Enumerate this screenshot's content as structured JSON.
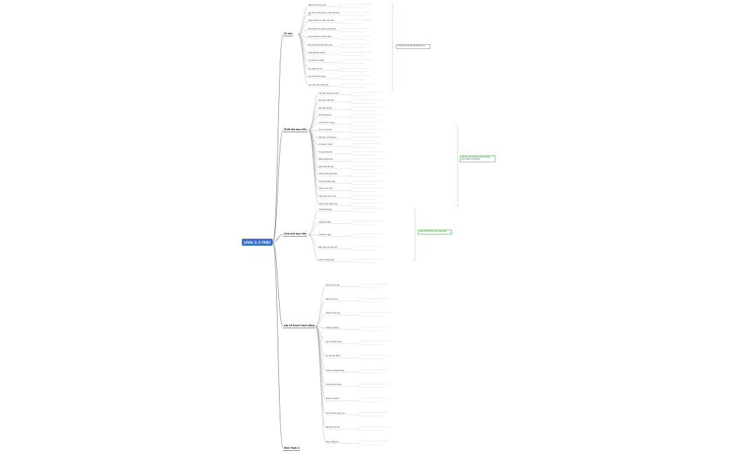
{
  "root": "LEVEL 2: 3 TRIỆU",
  "branches": [
    {
      "id": "b1",
      "label": "Tư duy"
    },
    {
      "id": "b2",
      "label": "Thiết lập mục tiêu"
    },
    {
      "id": "b3",
      "label": "Chia nhỏ mục tiêu"
    },
    {
      "id": "b4",
      "label": "Lập kế hoạch hành động"
    },
    {
      "id": "b5",
      "label": "Main Topic 4"
    }
  ],
  "nodes_b1": [
    "Nghĩ theo hướng nào",
    "Giờ mình muốn làm gì, mình làm được gì",
    "Khách hàng lớn nhất, nhỏ nhất",
    "Nói chuyện với người xung quanh",
    "Làm sao để xử lý tình huống",
    "Đối với khách hàng tiềm năng",
    "Trao đổi kinh nghiệm",
    "Tìm hiểu thị trường",
    "Suy nghĩ tích cực",
    "Học hỏi không ngừng",
    "Làm việc nhóm hiệu quả"
  ],
  "nodes_b2": [
    "Xác định mục tiêu cụ thể",
    "Mục tiêu ngắn hạn",
    "Mục tiêu dài hạn",
    "Đo lường được",
    "Có thời hạn rõ ràng",
    "Thực tế, khả thi",
    "Phù hợp với năng lực",
    "Kế hoạch chi tiết",
    "Theo dõi tiến độ",
    "Đánh giá kết quả",
    "Điều chỉnh khi cần",
    "Khen thưởng bản thân",
    "Ghi chép hằng ngày",
    "Chia sẻ mục tiêu",
    "Tập trung vào ưu tiên",
    "Loại bỏ việc không cần"
  ],
  "nodes_b3": [
    "Chia theo tháng",
    "Chia theo tuần",
    "Chia theo ngày",
    "Mỗi ngày một việc nhỏ",
    "Kiểm tra hằng tuần"
  ],
  "nodes_b4": [
    "Liệt kê công việc",
    "Sắp xếp thứ tự",
    "Phân bổ thời gian",
    "Chuẩn bị tài liệu",
    "Liên hệ khách hàng",
    "Tư vấn sản phẩm",
    "Chăm sóc khách hàng",
    "Tổng kết cuối ngày",
    "Rút kinh nghiệm",
    "Lên kế hoạch ngày mai",
    "Giữ thói quen tốt",
    "Duy trì động lực"
  ],
  "notes": [
    "Lời khuyên: luôn giữ tinh thần tích cực",
    "Ghi chú: mục tiêu phải cụ thể, đo lường được, khả thi, có thời hạn",
    "Chia nhỏ để dễ thực hiện và theo dõi"
  ]
}
